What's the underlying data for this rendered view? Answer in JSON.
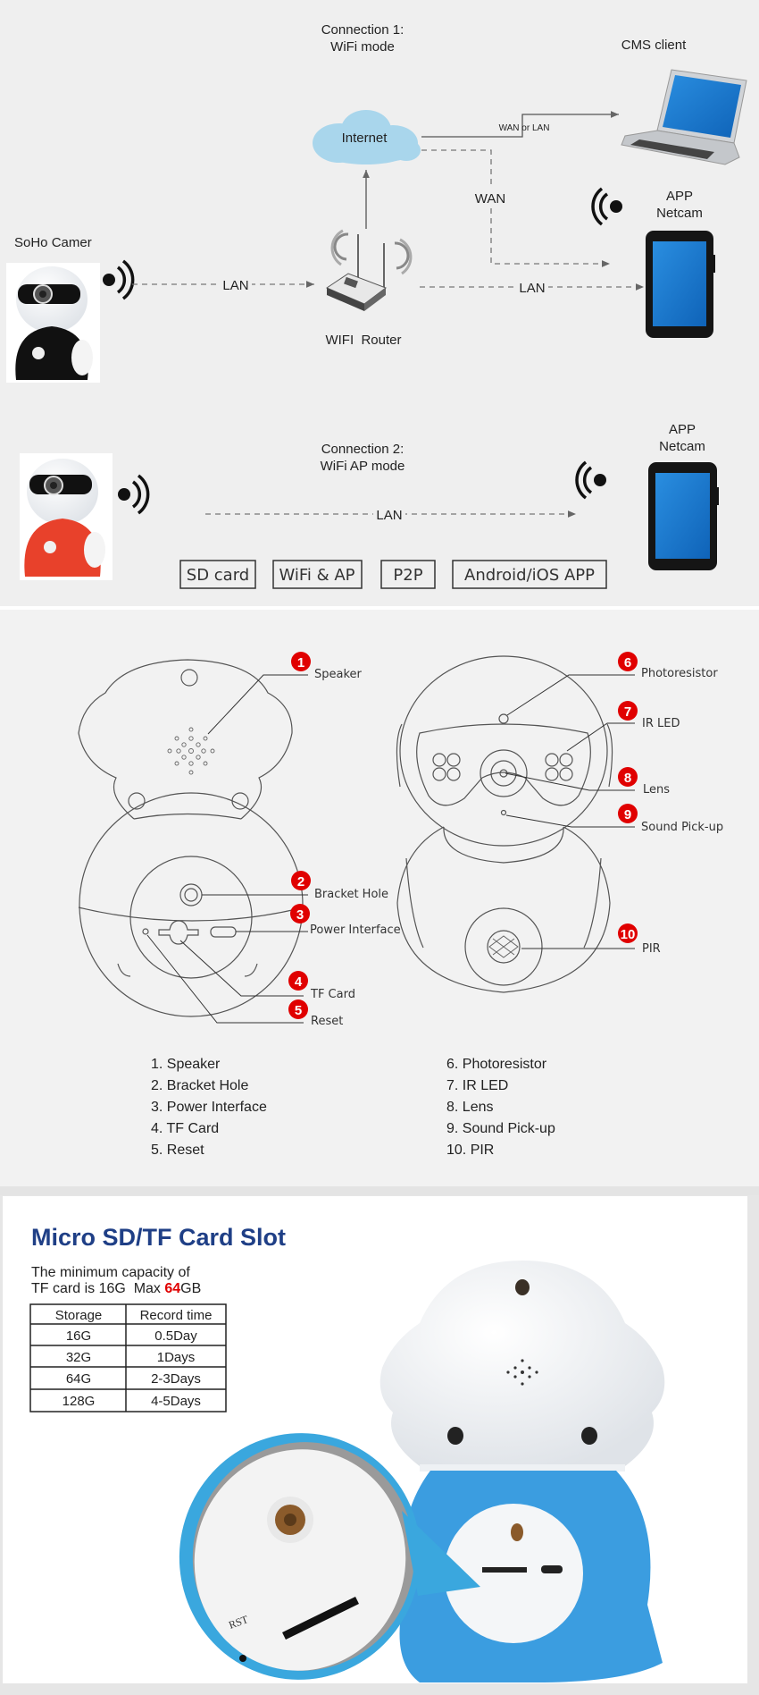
{
  "connection1": {
    "title": "Connection 1:",
    "subtitle": "WiFi mode",
    "cms_client": "CMS client",
    "internet": "Internet",
    "wan_or_lan": "WAN or LAN",
    "wan": "WAN",
    "app_label": "APP",
    "netcam_label": "Netcam",
    "camera_label": "SoHo Camer",
    "lan_camera_router": "LAN",
    "lan_router_phone": "LAN",
    "router_label": "WIFI  Router"
  },
  "connection2": {
    "title": "Connection 2:",
    "subtitle": "WiFi AP mode",
    "app_label": "APP",
    "netcam_label": "Netcam",
    "lan": "LAN"
  },
  "features": [
    "SD card",
    "WiFi & AP",
    "P2P",
    "Android/iOS APP"
  ],
  "parts": {
    "badge_color": "#e00000",
    "callouts": [
      {
        "num": "1",
        "label": "Speaker"
      },
      {
        "num": "2",
        "label": "Bracket Hole"
      },
      {
        "num": "3",
        "label": "Power Interface"
      },
      {
        "num": "4",
        "label": "TF Card"
      },
      {
        "num": "5",
        "label": "Reset"
      },
      {
        "num": "6",
        "label": "Photoresistor"
      },
      {
        "num": "7",
        "label": "IR LED"
      },
      {
        "num": "8",
        "label": "Lens"
      },
      {
        "num": "9",
        "label": "Sound Pick-up"
      },
      {
        "num": "10",
        "label": "PIR"
      }
    ],
    "legend_left": [
      "1. Speaker",
      "2. Bracket Hole",
      "3. Power Interface",
      "4. TF Card",
      "5. Reset"
    ],
    "legend_right": [
      "6. Photoresistor",
      "7. IR LED",
      "8. Lens",
      "9. Sound Pick-up",
      "10. PIR"
    ]
  },
  "sd_section": {
    "title": "Micro SD/TF Card Slot",
    "line1": "The minimum capacity of",
    "line2_prefix": "TF card is 16G  Max ",
    "line2_highlight": "64",
    "line2_suffix": "GB",
    "highlight_color": "#e00000",
    "title_color": "#1f3f86",
    "table": {
      "headers": [
        "Storage",
        "Record time"
      ],
      "rows": [
        [
          "16G",
          "0.5Day"
        ],
        [
          "32G",
          "1Days"
        ],
        [
          "64G",
          "2-3Days"
        ],
        [
          "128G",
          "4-5Days"
        ]
      ]
    },
    "rst_label": "RST"
  }
}
